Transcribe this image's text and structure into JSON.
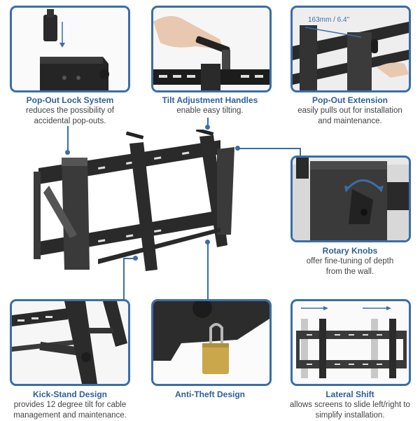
{
  "features": [
    {
      "id": "pop-out-lock",
      "title": "Pop-Out Lock System",
      "desc_lines": [
        "reduces the possibility of",
        "accidental pop-outs."
      ]
    },
    {
      "id": "tilt-handles",
      "title": "Tilt Adjustment Handles",
      "desc_lines": [
        "enable easy tilting."
      ]
    },
    {
      "id": "pop-out-extension",
      "title": "Pop-Out Extension",
      "desc_lines": [
        "easily pulls out for installation",
        "and maintenance."
      ],
      "dimension_label": "163mm / 6.4\""
    },
    {
      "id": "rotary-knobs",
      "title": "Rotary Knobs",
      "desc_lines": [
        "offer fine-tuning of depth",
        "from the wall."
      ]
    },
    {
      "id": "kick-stand",
      "title": "Kick-Stand Design",
      "desc_lines": [
        "provides 12 degree tilt for cable",
        "management and maintenance."
      ]
    },
    {
      "id": "anti-theft",
      "title": "Anti-Theft Design",
      "desc_lines": []
    },
    {
      "id": "lateral-shift",
      "title": "Lateral Shift",
      "desc_lines": [
        "allows screens to slide left/right to",
        "simplify installation."
      ]
    }
  ],
  "colors": {
    "accent": "#3a6ea8",
    "title": "#2f5f97",
    "metal": "#2b2b2b",
    "lock": "#c9a74a"
  }
}
